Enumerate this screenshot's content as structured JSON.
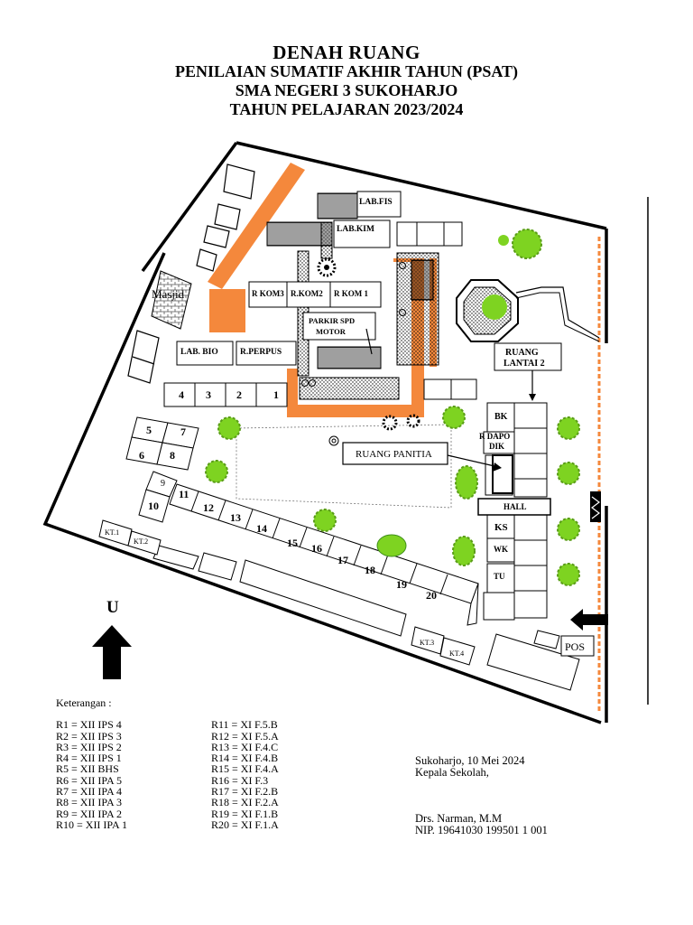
{
  "title": {
    "line1": "DENAH RUANG",
    "line2": "PENILAIAN SUMATIF AKHIR TAHUN (PSAT)",
    "line3": "SMA NEGERI 3 SUKOHARJO",
    "line4": "TAHUN PELAJARAN 2023/2024"
  },
  "map": {
    "rooms": {
      "lab_fis": "LAB.FIS",
      "lab_kim": "LAB.KIM",
      "masjid": "Masjid",
      "r_kom3": "R KOM3",
      "r_kom2": "R.KOM2",
      "r_kom1": "R KOM 1",
      "parkir_line1": "PARKIR SPD",
      "parkir_line2": "MOTOR",
      "lab_bio": "LAB. BIO",
      "r_perpus": "R.PERPUS",
      "ruang_lantai2_line1": "RUANG",
      "ruang_lantai2_line2": "LANTAI 2",
      "bk": "BK",
      "r_dapo_line1": "R DAPO",
      "r_dapo_line2": "DIK",
      "ruang_panitia": "RUANG PANITIA",
      "hall": "HALL",
      "ks": "KS",
      "wk": "WK",
      "tu": "TU",
      "pos": "POS",
      "kt1": "KT.1",
      "kt2": "KT.2",
      "kt3": "KT.3",
      "kt4": "KT.4"
    },
    "room_numbers": [
      "1",
      "2",
      "3",
      "4",
      "5",
      "6",
      "7",
      "8",
      "9",
      "10",
      "11",
      "12",
      "13",
      "14",
      "15",
      "16",
      "17",
      "18",
      "19",
      "20"
    ],
    "north_label": "U",
    "colors": {
      "path": "#f4883c",
      "tree": "#7ed321",
      "tree_dark": "#3e8e1a",
      "lines": "#000000"
    },
    "icons": [
      "north-arrow-icon",
      "entrance-arrow-icon",
      "tree-icon",
      "fountain-icon"
    ]
  },
  "legend": {
    "heading": "Keterangan :",
    "left": [
      "R1   = XII IPS 4",
      "R2   = XII IPS 3",
      "R3   = XII IPS 2",
      "R4   = XII IPS 1",
      "R5   = XII BHS",
      "R6   = XII IPA 5",
      "R7   = XII IPA 4",
      "R8   = XII IPA 3",
      "R9   = XII IPA 2",
      "R10 = XII IPA 1"
    ],
    "right": [
      "R11 = XI F.5.B",
      "R12 = XI F.5.A",
      "R13 = XI F.4.C",
      "R14 = XI F.4.B",
      "R15 = XI F.4.A",
      "R16 = XI F.3",
      "R17 = XI F.2.B",
      "R18 = XI F.2.A",
      "R19 = XI F.1.B",
      "R20 = XI F.1.A"
    ]
  },
  "signature": {
    "place_date": "Sukoharjo, 10 Mei 2024",
    "role": "Kepala Sekolah,",
    "name": "Drs. Narman, M.M",
    "nip": "NIP. 19641030 199501 1 001"
  }
}
